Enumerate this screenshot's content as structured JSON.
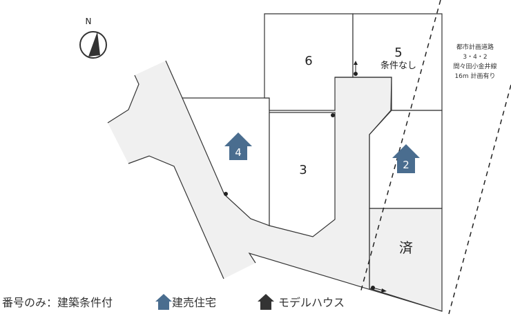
{
  "compass": {
    "label": "N"
  },
  "lots": {
    "lot6": {
      "number": "6"
    },
    "lot5": {
      "number": "5",
      "note": "条件なし"
    },
    "lot4": {
      "number": "4"
    },
    "lot3": {
      "number": "3"
    },
    "lot2": {
      "number": "2"
    },
    "sold": {
      "label": "済"
    }
  },
  "road_note": [
    "都市計画道路",
    "3・4・2",
    "間々田小金井線",
    "16m 計画有り"
  ],
  "legend": {
    "numbers_only": "番号のみ：建築条件付",
    "ready_built": "建売住宅",
    "model_house": "モデルハウス"
  },
  "colors": {
    "ready_built": "#4a6d8f",
    "model_house": "#333333",
    "road": "#f0f0f0"
  }
}
